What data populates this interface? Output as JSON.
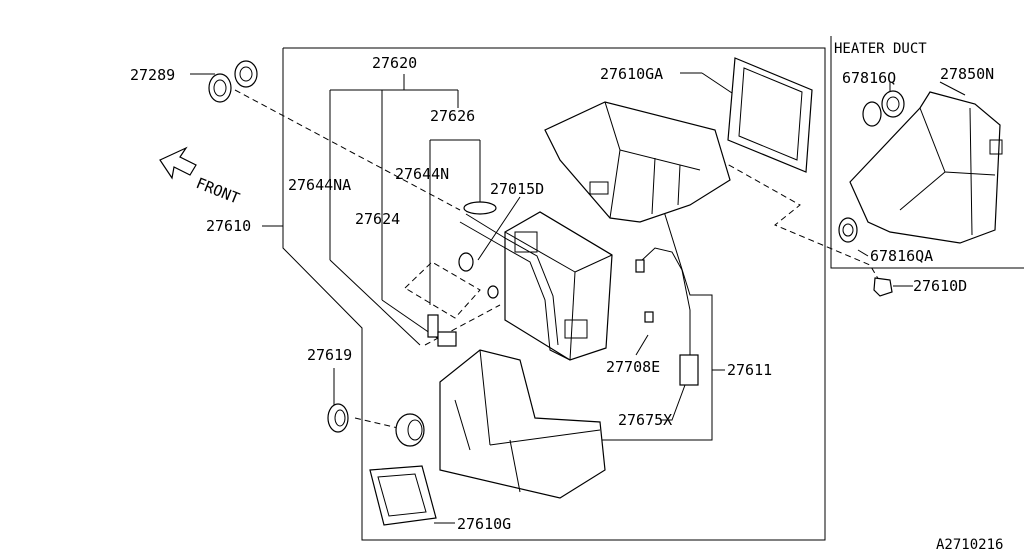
{
  "heater_duct_title": "HEATER DUCT",
  "front_label": "FRONT",
  "diagram_code": "A2710216",
  "parts": {
    "p27289": "27289",
    "p27620": "27620",
    "p27626": "27626",
    "p27610GA": "27610GA",
    "p27644NA": "27644NA",
    "p27644N": "27644N",
    "p27015D": "27015D",
    "p27624": "27624",
    "p27610": "27610",
    "p67816Q": "67816Q",
    "p27850N": "27850N",
    "p67816QA": "67816QA",
    "p27610D": "27610D",
    "p27619": "27619",
    "p27708E": "27708E",
    "p27611": "27611",
    "p27675X": "27675X",
    "p27610G": "27610G"
  }
}
